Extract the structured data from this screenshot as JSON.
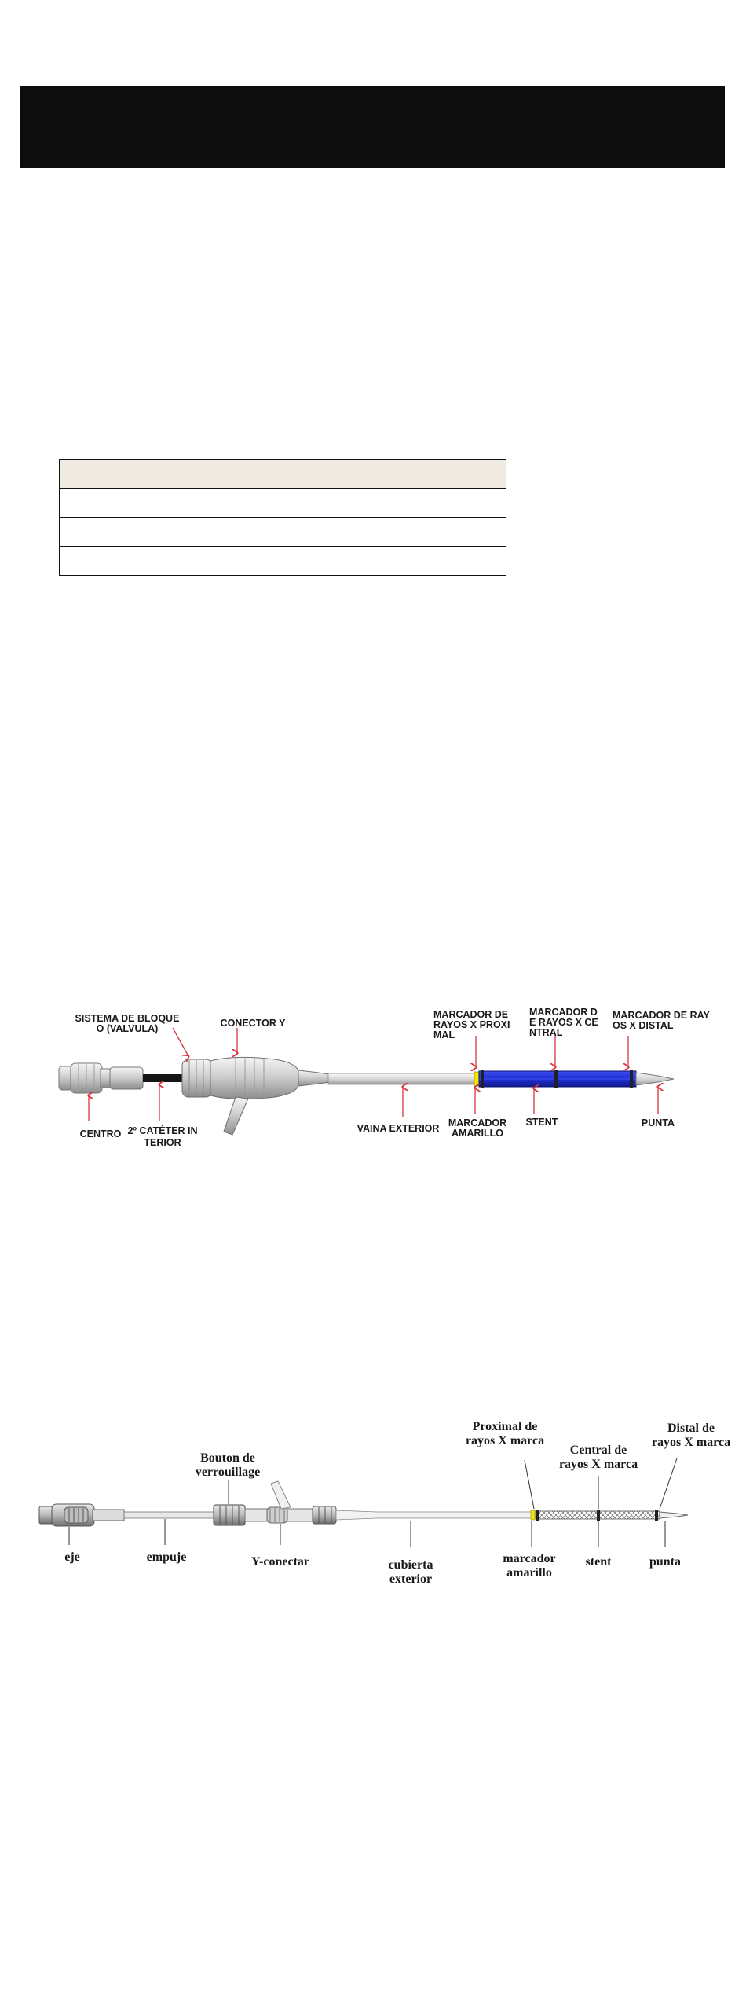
{
  "colors": {
    "header_bar": "#0d0d0d",
    "table_header_fill": "#efebe3",
    "pointer_red": "#d9363e",
    "stent_blue": "#1f2fd6",
    "marker_yellow": "#f2e600"
  },
  "spec_table": {
    "rows": [
      {
        "cells": [
          ""
        ]
      },
      {
        "cells": [
          ""
        ]
      },
      {
        "cells": [
          ""
        ]
      },
      {
        "cells": [
          ""
        ]
      }
    ]
  },
  "figure1": {
    "labels": {
      "locking_system_l1": "SISTEMA DE BLOQUE",
      "locking_system_l2": "O (VALVULA)",
      "connector_y": "CONECTOR Y",
      "proximal_marker_l1": "MARCADOR DE",
      "proximal_marker_l2": "RAYOS X PROXI",
      "proximal_marker_l3": "MAL",
      "central_marker_l1": "MARCADOR D",
      "central_marker_l2": "E RAYOS X CE",
      "central_marker_l3": "NTRAL",
      "distal_marker_l1": "MARCADOR DE RAY",
      "distal_marker_l2": "OS X DISTAL",
      "center": "CENTRO",
      "inner_catheter_l1": "2º CATÉTER IN",
      "inner_catheter_l2": "TERIOR",
      "outer_sheath": "VAINA EXTERIOR",
      "yellow_marker_l1": "MARCADOR",
      "yellow_marker_l2": "AMARILLO",
      "stent": "STENT",
      "tip": "PUNTA"
    }
  },
  "figure2": {
    "labels": {
      "lock_button_l1": "Bouton de",
      "lock_button_l2": "verrouillage",
      "proximal_l1": "Proximal de",
      "proximal_l2": "rayos X marca",
      "central_l1": "Central de",
      "central_l2": "rayos X marca",
      "distal_l1": "Distal de",
      "distal_l2": "rayos X marca",
      "axis": "eje",
      "pusher": "empuje",
      "y_connector": "Y-conectar",
      "outer_cover_l1": "cubierta",
      "outer_cover_l2": "exterior",
      "yellow_marker_l1": "marcador",
      "yellow_marker_l2": "amarillo",
      "stent": "stent",
      "tip": "punta"
    }
  }
}
